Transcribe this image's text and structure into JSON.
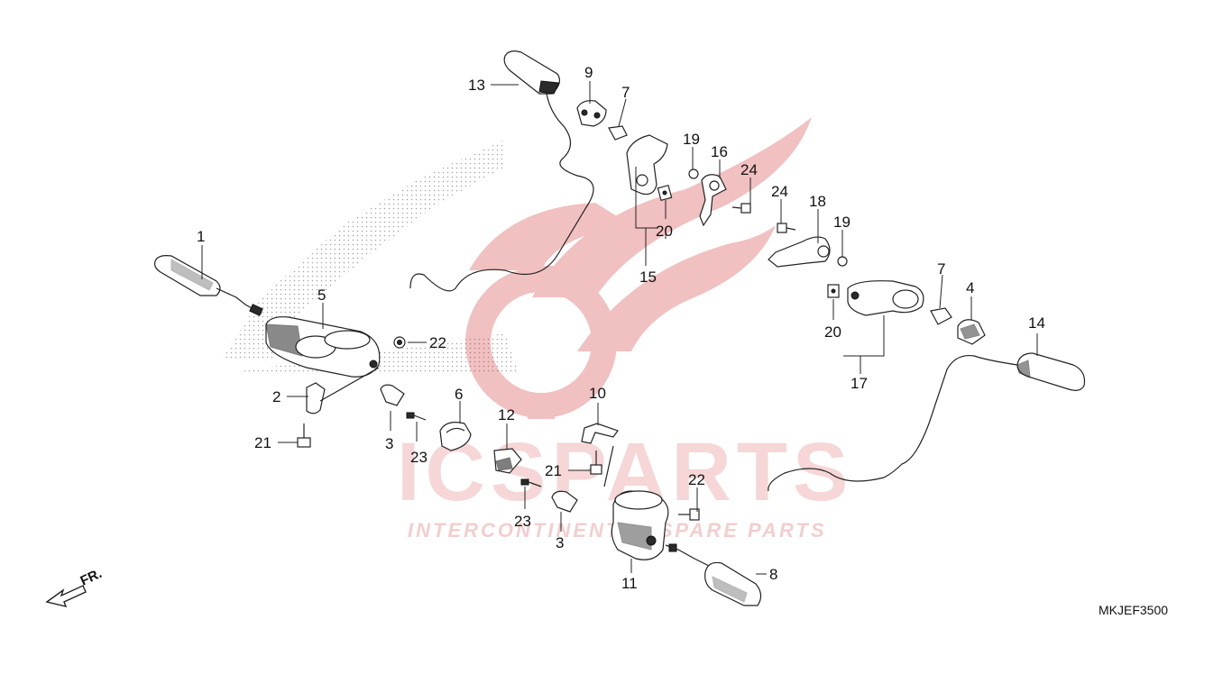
{
  "diagram_code": "MKJEF3500",
  "direction_label": "FR.",
  "watermark": {
    "brand": "ICSPARTS",
    "tagline": "INTERCONTINENTAL SPARE PARTS",
    "color": "#e8a0a0"
  },
  "callouts": [
    {
      "id": "c1",
      "text": "1"
    },
    {
      "id": "c2",
      "text": "2"
    },
    {
      "id": "c3a",
      "text": "3"
    },
    {
      "id": "c3b",
      "text": "3"
    },
    {
      "id": "c4",
      "text": "4"
    },
    {
      "id": "c5",
      "text": "5"
    },
    {
      "id": "c6",
      "text": "6"
    },
    {
      "id": "c7a",
      "text": "7"
    },
    {
      "id": "c7b",
      "text": "7"
    },
    {
      "id": "c8",
      "text": "8"
    },
    {
      "id": "c9",
      "text": "9"
    },
    {
      "id": "c10",
      "text": "10"
    },
    {
      "id": "c11",
      "text": "11"
    },
    {
      "id": "c12",
      "text": "12"
    },
    {
      "id": "c13",
      "text": "13"
    },
    {
      "id": "c14",
      "text": "14"
    },
    {
      "id": "c15",
      "text": "15"
    },
    {
      "id": "c16",
      "text": "16"
    },
    {
      "id": "c17",
      "text": "17"
    },
    {
      "id": "c18",
      "text": "18"
    },
    {
      "id": "c19a",
      "text": "19"
    },
    {
      "id": "c19b",
      "text": "19"
    },
    {
      "id": "c20a",
      "text": "20"
    },
    {
      "id": "c20b",
      "text": "20"
    },
    {
      "id": "c21a",
      "text": "21"
    },
    {
      "id": "c21b",
      "text": "21"
    },
    {
      "id": "c22a",
      "text": "22"
    },
    {
      "id": "c22b",
      "text": "22"
    },
    {
      "id": "c23a",
      "text": "23"
    },
    {
      "id": "c23b",
      "text": "23"
    },
    {
      "id": "c24a",
      "text": "24"
    },
    {
      "id": "c24b",
      "text": "24"
    }
  ]
}
